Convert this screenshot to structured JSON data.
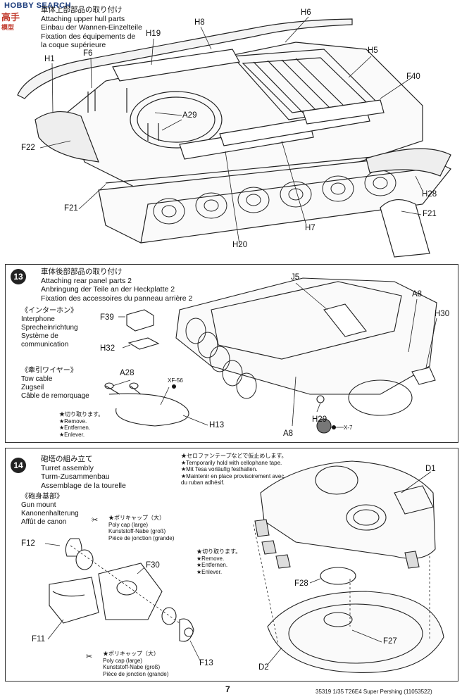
{
  "watermark": {
    "site": "HOBBY SEARCH",
    "jp1": "高手",
    "jp2": "模型"
  },
  "step12": {
    "title_jp": "車体上部部品の取り付け",
    "title_en": "Attaching upper hull parts",
    "title_de": "Einbau der Wannen-Einzelteile",
    "title_fr1": "Fixation des équipements de",
    "title_fr2": "la coque supérieure",
    "parts": [
      "H6",
      "H8",
      "H19",
      "H1",
      "F6",
      "H5",
      "F40",
      "A29",
      "F22",
      "F21",
      "H28",
      "F21",
      "H7",
      "H20"
    ]
  },
  "step13": {
    "number": "13",
    "title_jp": "車体後部部品の取り付け",
    "title_en": "Attaching rear panel parts 2",
    "title_de": "Anbringung der Teile an der Heckplatte 2",
    "title_fr": "Fixation des accessoires du panneau arrière 2",
    "interphone": {
      "jp": "《インターホン》",
      "en": "Interphone",
      "de": "Sprecheinrichtung",
      "fr1": "Système de",
      "fr2": "communication"
    },
    "towcable": {
      "jp": "《牽引ワイヤー》",
      "en": "Tow cable",
      "de": "Zugseil",
      "fr": "Câble de remorquage"
    },
    "remove": {
      "jp": "★切り取ります。",
      "en": "★Remove.",
      "de": "★Entfernen.",
      "fr": "★Enlever."
    },
    "parts": [
      "J5",
      "A8",
      "H30",
      "F39",
      "H32",
      "A28",
      "XF-56",
      "H13",
      "H29",
      "A8",
      "X-7"
    ]
  },
  "step14": {
    "number": "14",
    "title_jp": "砲塔の組み立て",
    "title_en": "Turret assembly",
    "title_de": "Turm-Zusammenbau",
    "title_fr": "Assemblage de la tourelle",
    "gunmount": {
      "jp": "《砲身基部》",
      "en": "Gun mount",
      "de": "Kanonenhalterung",
      "fr": "Affût de canon"
    },
    "tape": {
      "jp": "★セロファンテープなどで仮止めします。",
      "en": "★Temporarily hold with cellophane tape.",
      "de": "★Mit Tesa vorläufig festhalten.",
      "fr1": "★Maintenir en place provisoirement avec",
      "fr2": "du ruban adhésif."
    },
    "polycap": {
      "jp": "★ポリキャップ（大）",
      "en": "Poly cap (large)",
      "de": "Kunststoff-Nabe (groß)",
      "fr": "Pièce de jonction (grande)"
    },
    "remove": {
      "jp": "★切り取ります。",
      "en": "★Remove.",
      "de": "★Entfernen.",
      "fr": "★Enlever."
    },
    "parts": [
      "D1",
      "F12",
      "F30",
      "F28",
      "F11",
      "F13",
      "F27",
      "D2"
    ]
  },
  "footer": {
    "page": "7",
    "code": "35319 1/35 T26E4 Super Pershing (11053522)"
  }
}
